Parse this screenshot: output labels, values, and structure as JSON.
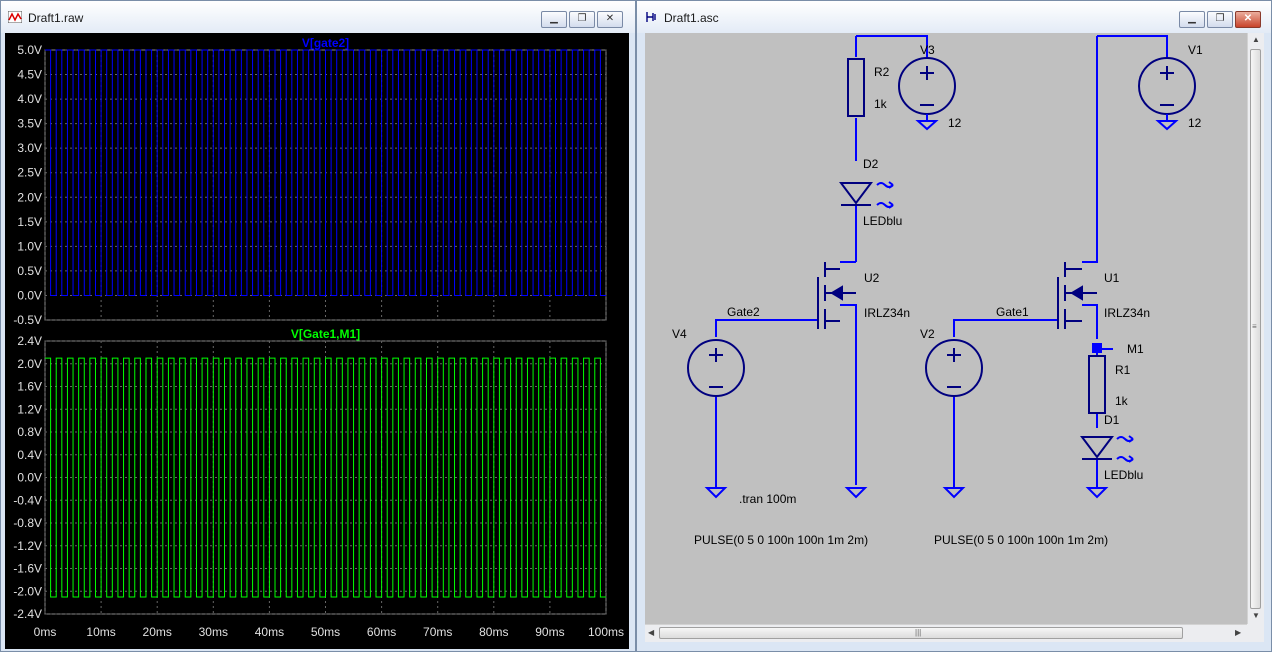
{
  "windows": {
    "raw": {
      "title": "Draft1.raw"
    },
    "asc": {
      "title": "Draft1.asc"
    }
  },
  "window_buttons": {
    "minimize": "▁",
    "restore": "❐",
    "close": "✕"
  },
  "plot": {
    "pane1": {
      "title": "V[gate2]",
      "color": "#0000ff",
      "y_ticks": [
        "5.0V",
        "4.5V",
        "4.0V",
        "3.5V",
        "3.0V",
        "2.5V",
        "2.0V",
        "1.5V",
        "1.0V",
        "0.5V",
        "0.0V",
        "-0.5V"
      ]
    },
    "pane2": {
      "title": "V[Gate1,M1]",
      "color": "#00ff00",
      "y_ticks": [
        "2.4V",
        "2.0V",
        "1.6V",
        "1.2V",
        "0.8V",
        "0.4V",
        "0.0V",
        "-0.4V",
        "-0.8V",
        "-1.2V",
        "-1.6V",
        "-2.0V",
        "-2.4V"
      ]
    },
    "x_ticks": [
      "0ms",
      "10ms",
      "20ms",
      "30ms",
      "40ms",
      "50ms",
      "60ms",
      "70ms",
      "80ms",
      "90ms",
      "100ms"
    ]
  },
  "chart_data": [
    {
      "type": "line",
      "title": "V[gate2]",
      "xlabel": "",
      "ylabel": "",
      "xlim": [
        0,
        100
      ],
      "ylim": [
        -0.5,
        5.0
      ],
      "x_unit": "ms",
      "grid": true,
      "series": [
        {
          "name": "V[gate2]",
          "waveform": "square",
          "low": 0.0,
          "high": 5.0,
          "period_ms": 2,
          "pulse_width_ms": 1
        }
      ]
    },
    {
      "type": "line",
      "title": "V[Gate1,M1]",
      "xlabel": "",
      "ylabel": "",
      "xlim": [
        0,
        100
      ],
      "ylim": [
        -2.4,
        2.4
      ],
      "x_unit": "ms",
      "grid": true,
      "series": [
        {
          "name": "V[Gate1,M1]",
          "waveform": "square",
          "low": -2.1,
          "high": 2.1,
          "period_ms": 2,
          "pulse_width_ms": 1
        }
      ]
    }
  ],
  "schematic": {
    "labels": {
      "v3": "V3",
      "v3_val": "12",
      "v1": "V1",
      "v1_val": "12",
      "r2": "R2",
      "r2_val": "1k",
      "d2": "D2",
      "d2_val": "LEDblu",
      "u2": "U2",
      "u2_val": "IRLZ34n",
      "u1": "U1",
      "u1_val": "IRLZ34n",
      "v4": "V4",
      "v2": "V2",
      "gate2": "Gate2",
      "gate1": "Gate1",
      "m1": "M1",
      "r1": "R1",
      "r1_val": "1k",
      "d1": "D1",
      "d1_val": "LEDblu",
      "tran": ".tran 100m",
      "pulse1": "PULSE(0 5 0 100n 100n 1m 2m)",
      "pulse2": "PULSE(0 5 0 100n 100n 1m 2m)"
    }
  },
  "scrollbars": {
    "up": "▲",
    "down": "▼",
    "left": "◀",
    "right": "▶",
    "grip_v": "≡",
    "grip_h": "|||"
  }
}
